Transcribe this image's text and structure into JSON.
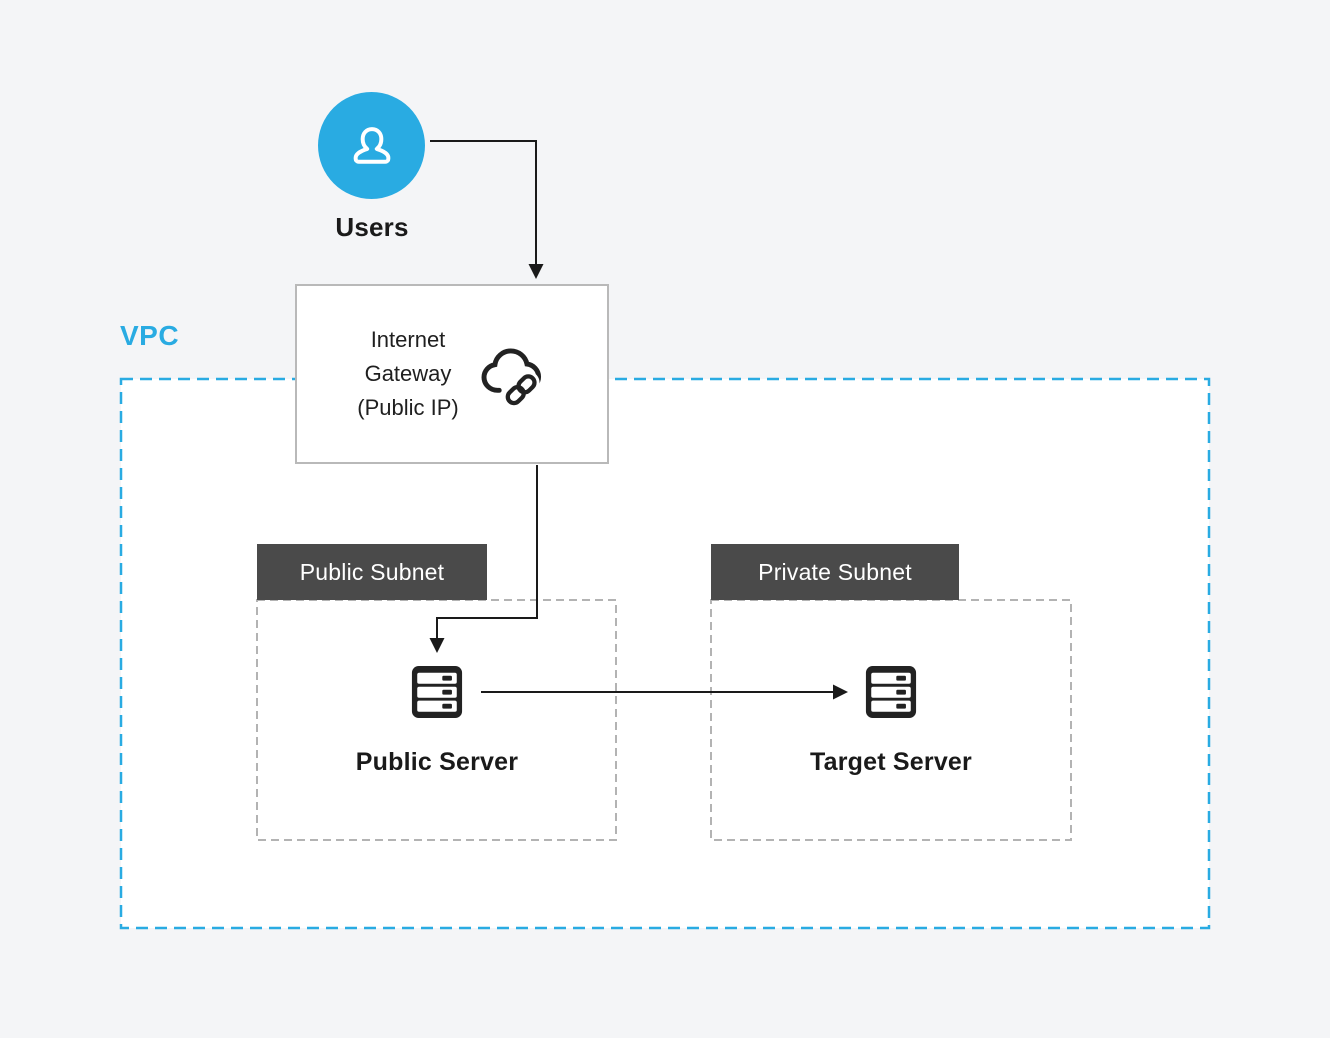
{
  "diagram": {
    "vpc_label": "VPC",
    "users": {
      "label": "Users"
    },
    "gateway": {
      "lines": [
        "Internet",
        "Gateway",
        "(Public IP)"
      ]
    },
    "subnets": [
      {
        "title": "Public Subnet",
        "server_label": "Public Server"
      },
      {
        "title": "Private Subnet",
        "server_label": "Target Server"
      }
    ],
    "icons": {
      "users": "person-icon",
      "gateway": "cloud-link-icon",
      "servers": "server-rack-icon"
    },
    "colors": {
      "accent_blue": "#29abe2",
      "subnet_header_bg": "#4a4a4a",
      "text_dark": "#1a1a1a",
      "canvas_bg": "#f4f5f7",
      "vpc_fill": "#ffffff",
      "dashed_gray": "#b3b3b3",
      "gateway_border": "#b9b9b9",
      "icon_dark": "#222222",
      "arrow": "#1a1a1a"
    }
  }
}
